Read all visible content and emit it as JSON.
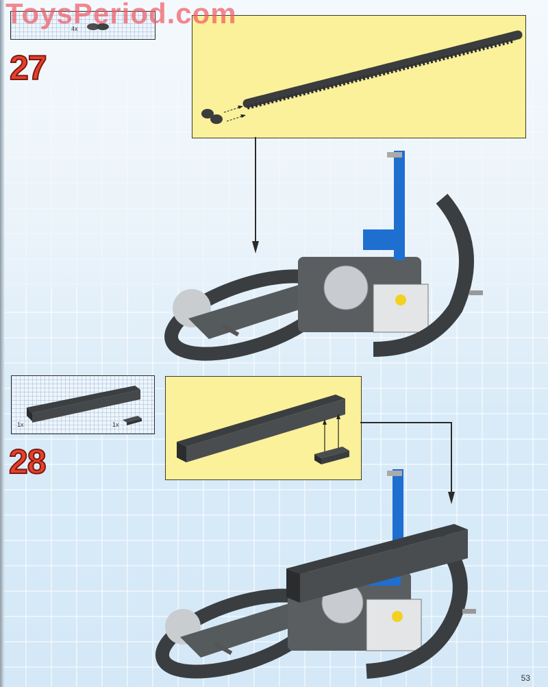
{
  "watermark": "ToysPeriod.com",
  "page_number": "53",
  "colors": {
    "step_number": "#e8402a",
    "callout_bg": "#fbf19a",
    "technic_dark_gray": "#4a4d4e",
    "technic_blue": "#1e6fd0",
    "page_bg": "#d9ebf8"
  },
  "steps": [
    {
      "number": "27",
      "parts_list": [
        {
          "qty": "4x",
          "part": "technic-chain-link"
        }
      ],
      "callout": {
        "content": "tread-chain-assembly",
        "arrows": 2
      },
      "illustration": "tracked-chassis-with-chain"
    },
    {
      "number": "28",
      "parts_list": [
        {
          "qty": "1x",
          "part": "technic-brick-1x12-dark-gray"
        },
        {
          "qty": "1x",
          "part": "plate-1x2-dark-gray"
        }
      ],
      "callout": {
        "content": "brick-1x12-plus-plate-1x2",
        "arrows": 2
      },
      "illustration": "tracked-chassis-with-top-beam"
    }
  ]
}
